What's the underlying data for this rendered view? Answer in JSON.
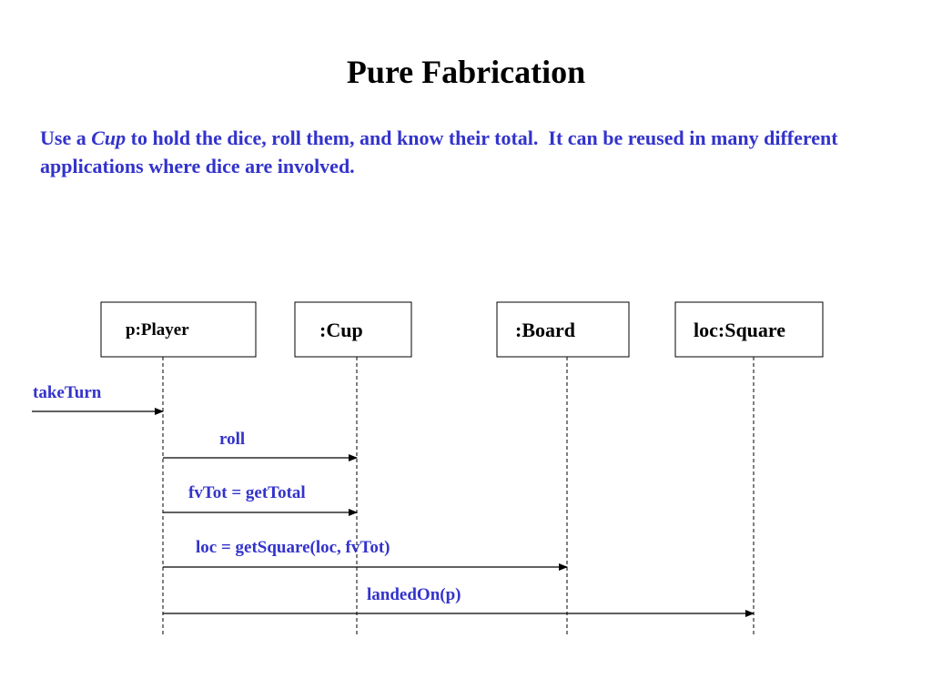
{
  "slide": {
    "title": "Pure Fabrication",
    "intro": {
      "before": "Use a ",
      "emphasis": "Cup",
      "after": " to hold the dice, roll them, and know their total.  It can be reused in many different applications where dice are involved."
    }
  },
  "colors": {
    "text_blue": "#3333cc",
    "line": "#000000"
  },
  "diagram": {
    "objects": [
      {
        "id": "player",
        "label": "p:Player"
      },
      {
        "id": "cup",
        "label": ":Cup"
      },
      {
        "id": "board",
        "label": ":Board"
      },
      {
        "id": "square",
        "label": "loc:Square"
      }
    ],
    "messages": [
      {
        "label": "takeTurn",
        "from": "external",
        "to": "player"
      },
      {
        "label": "roll",
        "from": "player",
        "to": "cup"
      },
      {
        "label": "fvTot = getTotal",
        "from": "player",
        "to": "cup"
      },
      {
        "label": "loc = getSquare(loc, fvTot)",
        "from": "player",
        "to": "board"
      },
      {
        "label": "landedOn(p)",
        "from": "player",
        "to": "square"
      }
    ]
  }
}
